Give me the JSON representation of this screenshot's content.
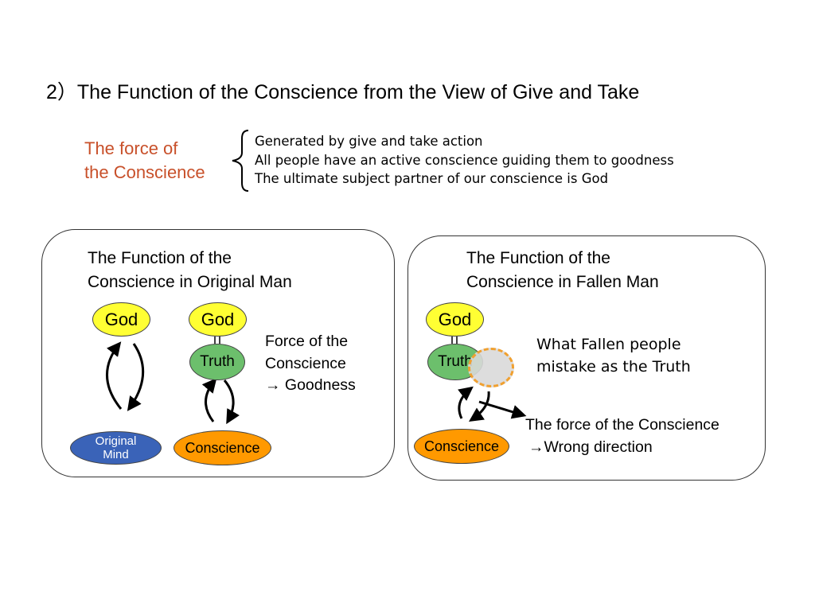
{
  "title": "2）The Function of the Conscience from the View of Give and Take",
  "force": {
    "label_line1": "The force of",
    "label_line2": "the Conscience",
    "points": [
      "Generated by give and take action",
      "All people have an active conscience guiding them to goodness",
      "The ultimate subject partner of our conscience is God"
    ]
  },
  "left_panel": {
    "title_line1": "The Function of the",
    "title_line2": "Conscience in Original Man",
    "god_a": "God",
    "god_b": "God",
    "truth": "Truth",
    "original_mind_line1": "Original",
    "original_mind_line2": "Mind",
    "conscience": "Conscience",
    "force_line1": "Force of the",
    "force_line2": "Conscience",
    "force_line3": "→ Goodness"
  },
  "right_panel": {
    "title_line1": "The Function of the",
    "title_line2": "Conscience in Fallen Man",
    "god": "God",
    "truth": "Truth",
    "conscience": "Conscience",
    "mistake_line1": "What Fallen people",
    "mistake_line2": "mistake as the Truth",
    "force_line1": "The force of the Conscience",
    "force_line2": "→Wrong direction"
  },
  "colors": {
    "heading_accent": "#c8502a",
    "god": "#ffff33",
    "truth": "#6cbf6c",
    "conscience": "#ff9900",
    "original_mind": "#3a63b8",
    "false_truth_fill": "#d9d9d9",
    "false_truth_border": "#f0a030"
  }
}
